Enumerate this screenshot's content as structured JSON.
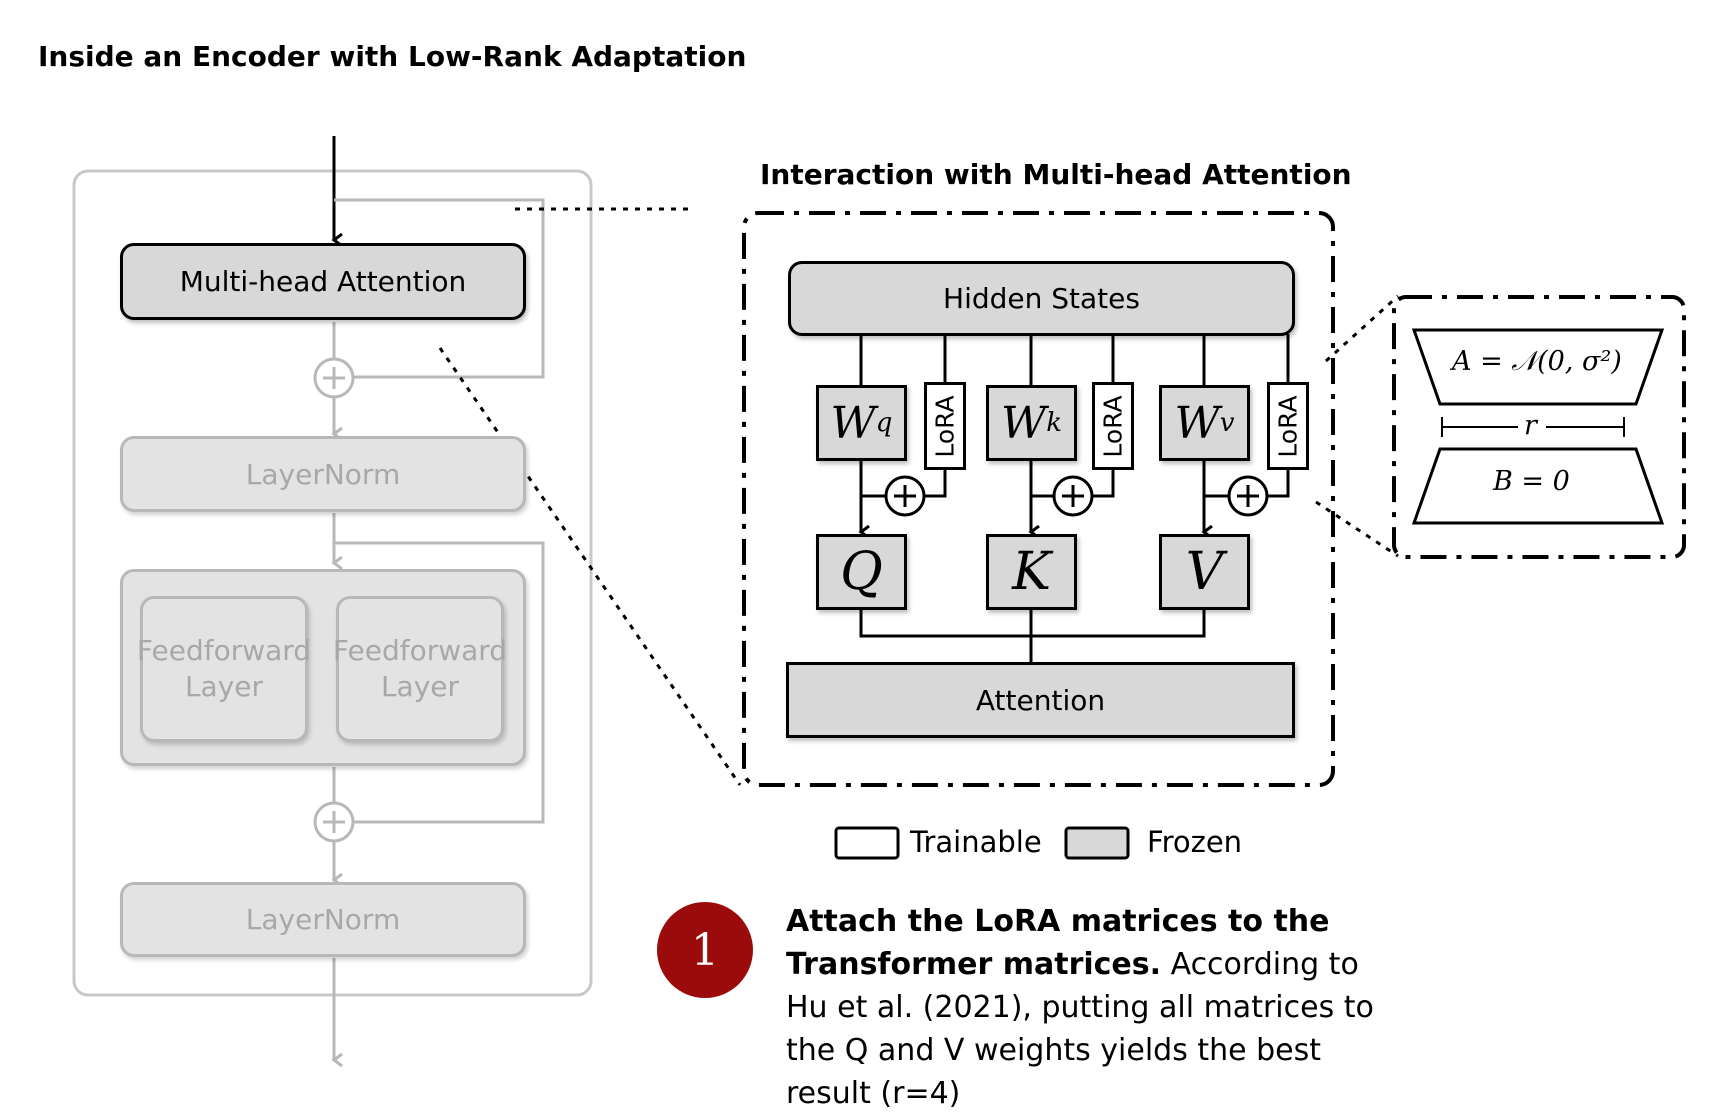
{
  "title": "Inside an Encoder with Low-Rank Adaptation",
  "encoder": {
    "multihead": "Multi-head Attention",
    "layernorm1": "LayerNorm",
    "ff1": [
      "Feedforward",
      "Layer"
    ],
    "ff2": [
      "Feedforward",
      "Layer"
    ],
    "layernorm2": "LayerNorm"
  },
  "attention_panel": {
    "title": "Interaction with Multi-head Attention",
    "hidden_states": "Hidden States",
    "weights": [
      "W",
      "W",
      "W"
    ],
    "weight_subscripts": [
      "q",
      "k",
      "v"
    ],
    "lora_label": "LoRA",
    "outputs": [
      "Q",
      "K",
      "V"
    ],
    "attention": "Attention"
  },
  "lora_detail": {
    "a_label": "A = 𝒩(0, σ²)",
    "r_label": "r",
    "b_label": "B = 0"
  },
  "legend": {
    "trainable": "Trainable",
    "frozen": "Frozen"
  },
  "note": {
    "number": "1",
    "bold": "Attach the LoRA matrices to the Transformer matrices.",
    "text": " According to Hu et al. (2021), putting all matrices to the Q and V weights yields the best result (r=4)"
  },
  "colors": {
    "badge": "#9b0b0b",
    "frozen": "#d8d8d8",
    "faded_line": "#b8b8b8"
  }
}
